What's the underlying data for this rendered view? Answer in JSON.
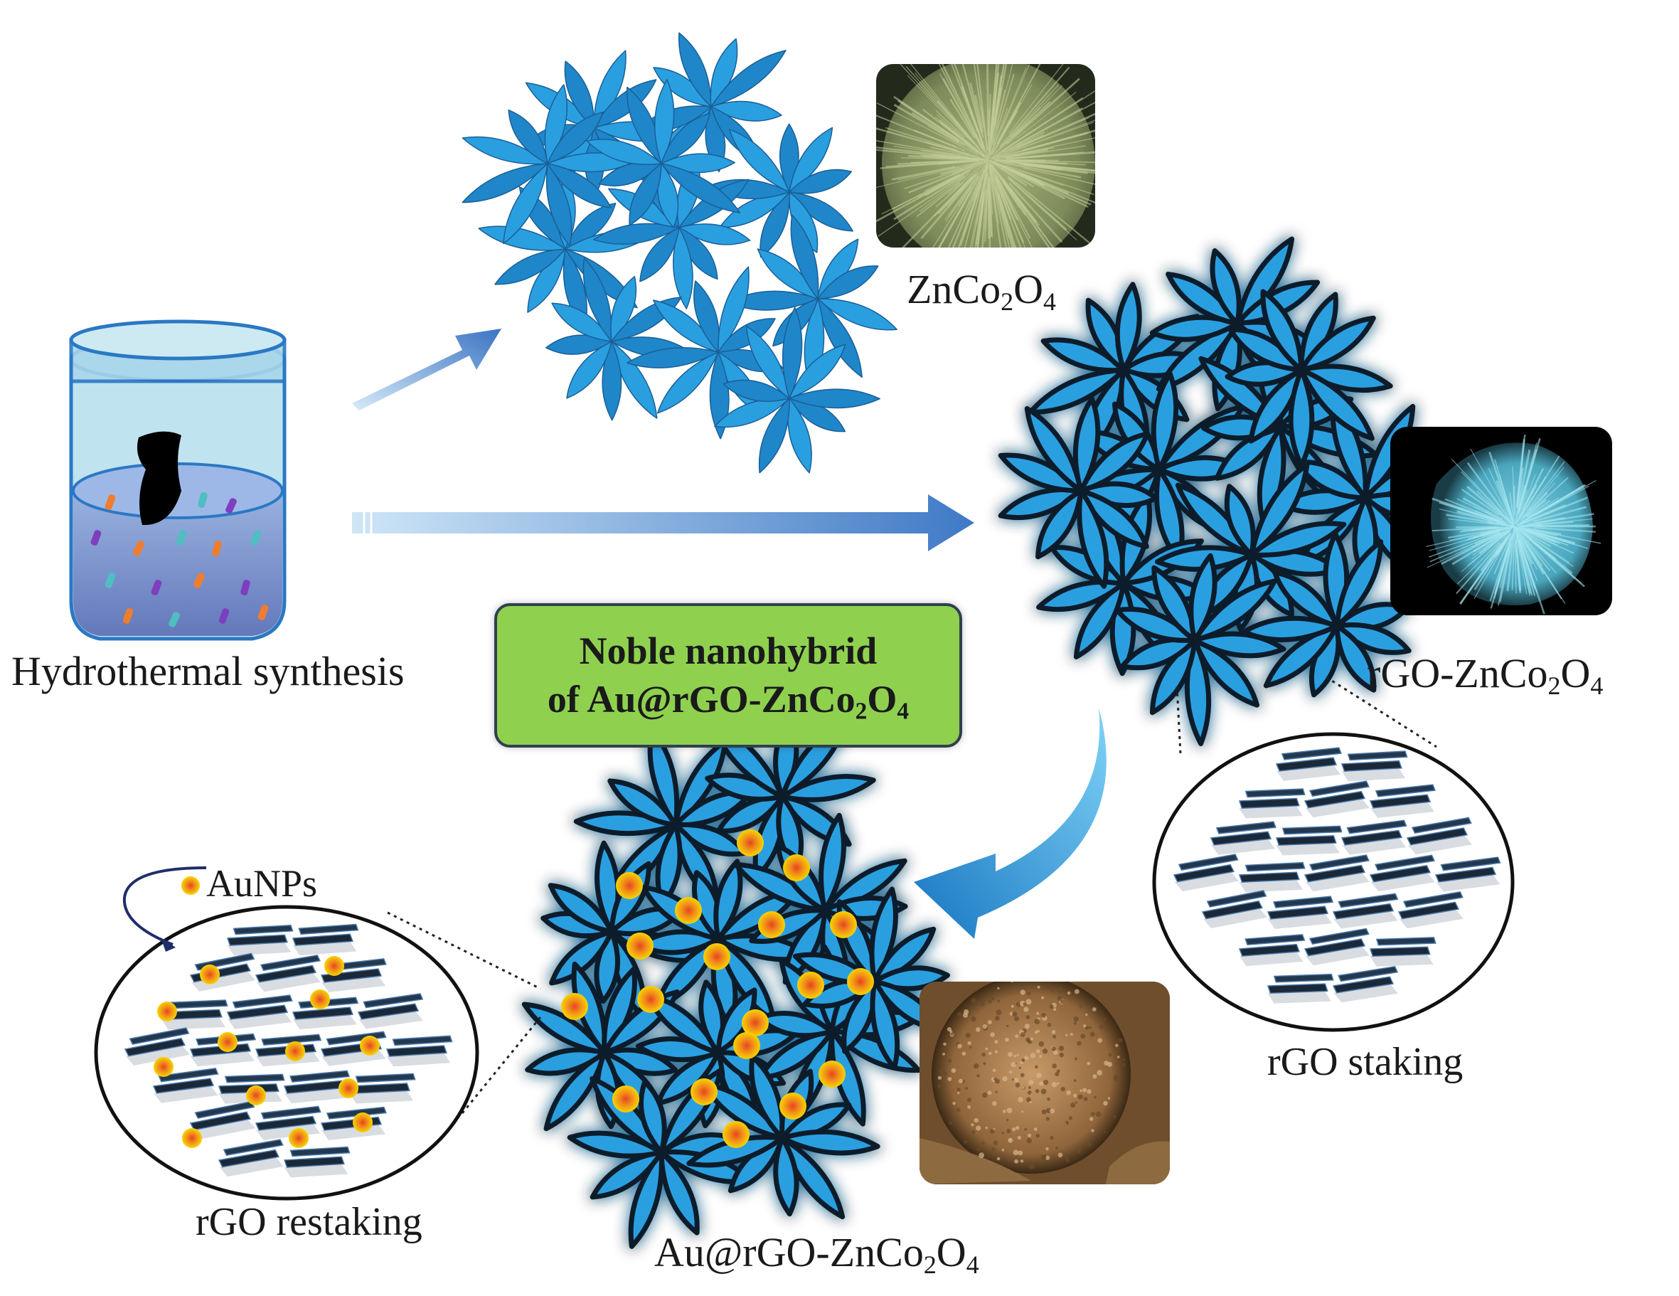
{
  "labels": {
    "hydrothermal": "Hydrothermal synthesis",
    "zco_main": "ZnCo",
    "zco_sub1": "2",
    "zco_o": "O",
    "zco_sub2": "4",
    "rgo_prefix": "rGO-ZnCo",
    "rgo_sub1": "2",
    "rgo_o": "O",
    "rgo_sub2": "4",
    "au_prefix": "Au@rGO-ZnCo",
    "au_sub1": "2",
    "au_o": "O",
    "au_sub2": "4",
    "auNPs": "AuNPs",
    "rgo_staking": "rGO staking",
    "rgo_restaking": "rGO restaking"
  },
  "box": {
    "line1": "Noble nanohybrid",
    "line2_prefix": "of Au@rGO-ZnCo",
    "line2_sub1": "2",
    "line2_o": "O",
    "line2_sub2": "4"
  },
  "colors": {
    "petal": "#2a9fe0",
    "petal_dark": "#1f86c9",
    "outline": "#0d1b2a",
    "box_fill": "#8fd14f",
    "sem_green": "#7d8a5a",
    "sem_cyan": "#5ab3c8",
    "sem_brown": "#a57b4d",
    "gold": "#f5c400",
    "gold_core": "#e8431f"
  }
}
